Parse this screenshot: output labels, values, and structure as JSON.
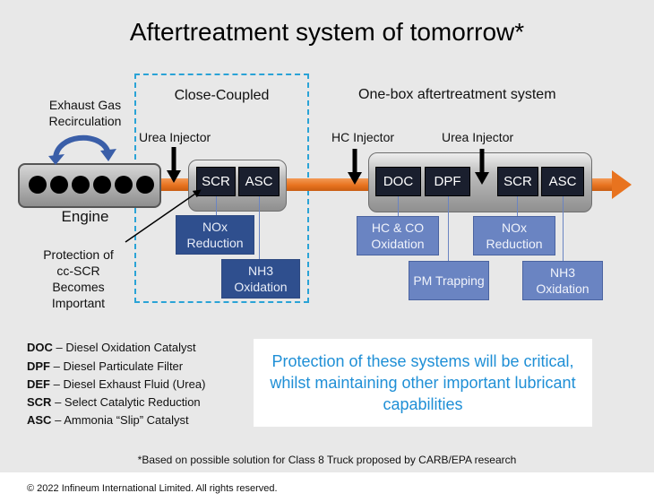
{
  "title": "Aftertreatment system of tomorrow*",
  "engine": {
    "label": "Engine",
    "egr_label": "Exhaust Gas Recirculation"
  },
  "close_coupled": {
    "title": "Close-Coupled",
    "injector_label": "Urea Injector",
    "catalysts": [
      "SCR",
      "ASC"
    ],
    "labels": [
      "NOx Reduction",
      "NH3 Oxidation"
    ],
    "protection_note": "Protection of cc-SCR Becomes Important"
  },
  "one_box": {
    "title": "One-box aftertreatment system",
    "hc_injector_label": "HC Injector",
    "urea_injector_label": "Urea Injector",
    "catalysts": [
      "DOC",
      "DPF",
      "SCR",
      "ASC"
    ],
    "labels": [
      "HC & CO Oxidation",
      "PM Trapping",
      "NOx Reduction",
      "NH3 Oxidation"
    ]
  },
  "legend": [
    {
      "abbr": "DOC",
      "desc": " – Diesel Oxidation Catalyst"
    },
    {
      "abbr": "DPF",
      "desc": " – Diesel Particulate Filter"
    },
    {
      "abbr": "DEF",
      "desc": " – Diesel Exhaust Fluid (Urea)"
    },
    {
      "abbr": "SCR",
      "desc": " – Select Catalytic Reduction"
    },
    {
      "abbr": "ASC",
      "desc": " – Ammonia “Slip” Catalyst"
    }
  ],
  "callout": "Protection of these systems will be critical, whilst maintaining other important lubricant capabilities",
  "footnote": "*Based on possible solution for Class 8 Truck proposed by CARB/EPA research",
  "copyright": "© 2022 Infineum International Limited. All rights reserved.",
  "colors": {
    "accent_blue": "#1f8fd6",
    "dashed_frame": "#2aa3d6",
    "exhaust_pipe": "#e8731f",
    "label_dark": "#2f4f8e",
    "label_light": "#6a84c2",
    "egr_arrow": "#3a5ea8"
  }
}
